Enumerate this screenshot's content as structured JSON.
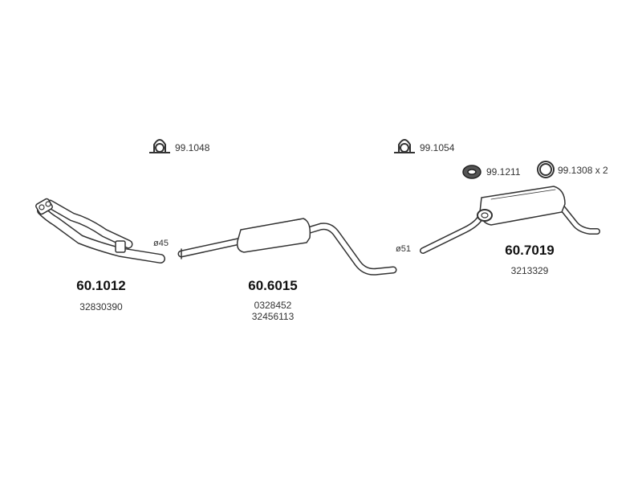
{
  "clamps": {
    "clamp_1": "99.1048",
    "clamp_2": "99.1054",
    "mount_rubber": "99.1211",
    "ring": "99.1308 x 2"
  },
  "front_pipe": {
    "diameter": "ø45",
    "part_no": "60.1012",
    "oem": "32830390"
  },
  "middle_silencer": {
    "diameter": "ø51",
    "part_no": "60.6015",
    "oem_1": "0328452",
    "oem_2": "32456113"
  },
  "rear_silencer": {
    "part_no": "60.7019",
    "oem": "3213329"
  }
}
